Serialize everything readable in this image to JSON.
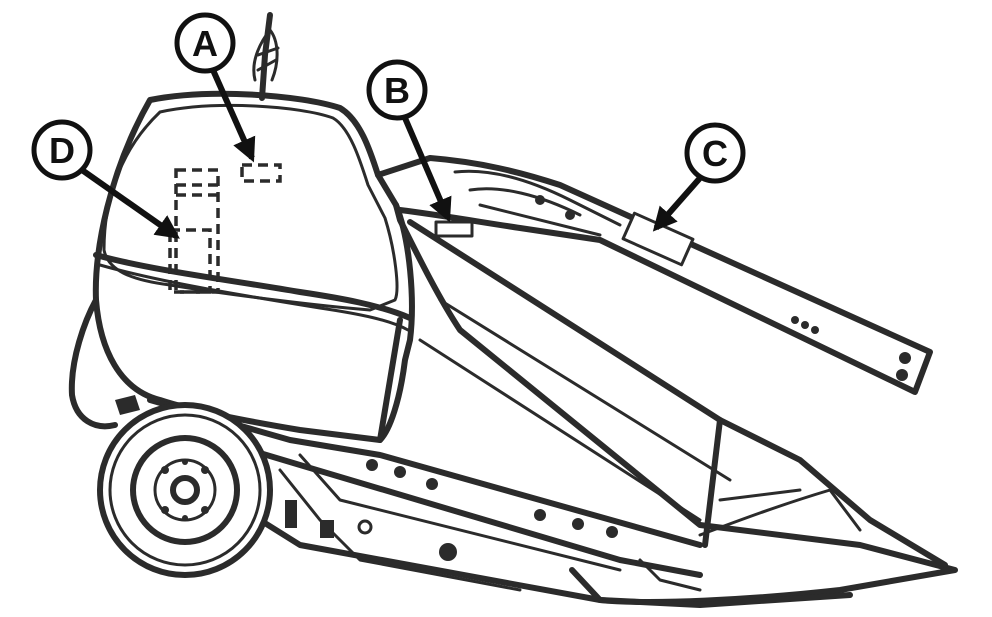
{
  "callouts": {
    "a": {
      "label": "A"
    },
    "b": {
      "label": "B"
    },
    "c": {
      "label": "C"
    },
    "d": {
      "label": "D"
    }
  },
  "colors": {
    "line": "#2b2b2b",
    "background": "#ffffff"
  }
}
